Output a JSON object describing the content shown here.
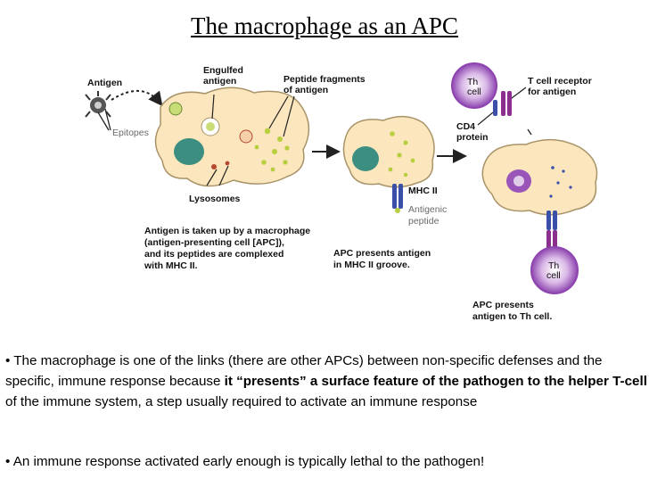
{
  "title": "The macrophage as an APC",
  "labels": {
    "antigen": "Antigen",
    "epitopes": "Epitopes",
    "engulfed": [
      "Engulfed",
      "antigen"
    ],
    "peptide_fragments": [
      "Peptide fragments",
      "of antigen"
    ],
    "lysosomes": "Lysosomes",
    "mhc2": "MHC II",
    "antigenic_peptide": [
      "Antigenic",
      "peptide"
    ],
    "th_cell": [
      "Th",
      "cell"
    ],
    "tcr": [
      "T cell receptor",
      "for antigen"
    ],
    "cd4": [
      "CD4",
      "protein"
    ],
    "th_cell_lower": [
      "Th",
      "cell"
    ]
  },
  "captions": {
    "step1": [
      "Antigen is taken up by a macrophage",
      "(antigen-presenting cell [APC]),",
      "and its peptides are complexed",
      "with MHC II."
    ],
    "step2": [
      "APC presents antigen",
      "in MHC II groove."
    ],
    "step3": [
      "APC presents",
      "antigen to Th cell."
    ]
  },
  "text": {
    "p1_bullet": "•",
    "p1_a": " The macrophage is one of the links (there are other APCs) between non-specific defenses and the specific, immune response because ",
    "p1_b": "it “presents” a surface feature of the pathogen to the helper T-cell",
    "p1_c": " of the immune system, a step usually required to activate an immune response",
    "p2_bullet": "•",
    "p2": " An immune response activated early enough is typically lethal to the pathogen!"
  },
  "colors": {
    "cell_fill": "#fbe6bd",
    "cell_stroke": "#a9946a",
    "nucleus": "#3c8f80",
    "peptide": "#b7cf3e",
    "th_cell": "#9a55b8",
    "receptor": "#3b4fa8",
    "tcr": "#8b2f8f"
  }
}
